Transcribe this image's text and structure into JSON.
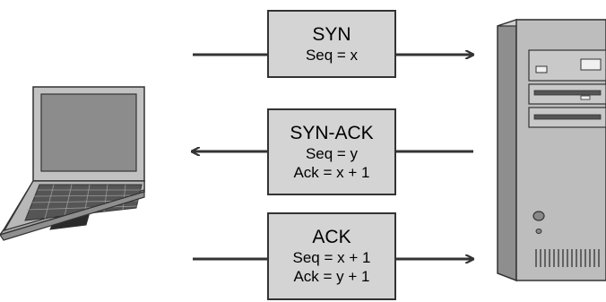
{
  "messages": [
    {
      "title": "SYN",
      "lines": [
        "Seq = x"
      ],
      "direction": "client-to-server"
    },
    {
      "title": "SYN-ACK",
      "lines": [
        "Seq = y",
        "Ack = x + 1"
      ],
      "direction": "server-to-client"
    },
    {
      "title": "ACK",
      "lines": [
        "Seq = x + 1",
        "Ack = y + 1"
      ],
      "direction": "client-to-server"
    }
  ],
  "colors": {
    "box_fill": "#d4d4d4",
    "box_border": "#333333",
    "arrow": "#333333",
    "device_gray": "#b5b5b5",
    "device_dark": "#2a2a2a"
  },
  "icons": {
    "client": "laptop-icon",
    "server": "server-tower-icon"
  }
}
